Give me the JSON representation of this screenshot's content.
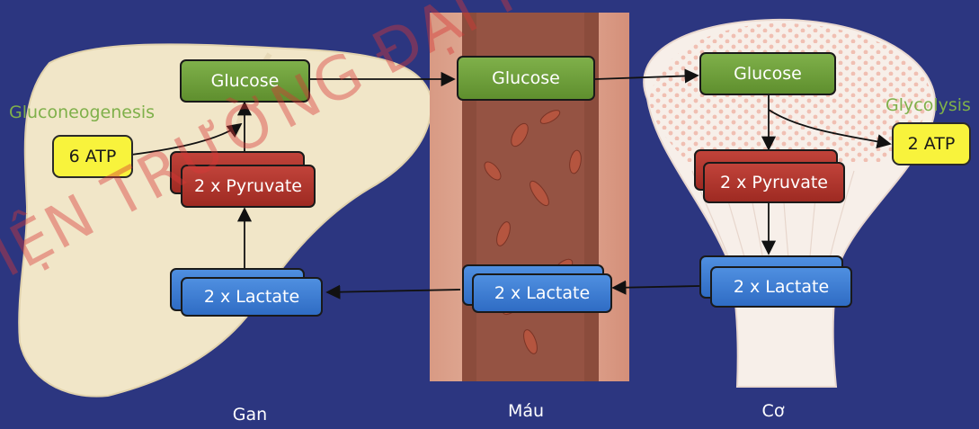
{
  "organs": {
    "liver": "Gan",
    "blood": "Máu",
    "muscle": "Cơ"
  },
  "liver": {
    "process_label": "Gluconeogenesis",
    "glucose": "Glucose",
    "atp": "6 ATP",
    "pyruvate": "2 x Pyruvate",
    "lactate": "2 x Lactate"
  },
  "blood": {
    "glucose": "Glucose",
    "lactate": "2 x Lactate"
  },
  "muscle": {
    "process_label": "Glycolysis",
    "glucose": "Glucose",
    "atp": "2 ATP",
    "pyruvate": "2 x Pyruvate",
    "lactate": "2 x Lactate"
  },
  "watermark": "IỆN TRƯỜNG ĐẠI HỌ",
  "colors": {
    "background": "#2c3680",
    "glucose_box": "#6b9a3a",
    "pyruvate_box": "#ab3128",
    "lactate_box": "#3d7bd4",
    "atp_box": "#f8f33c",
    "process_label": "#7fb04a"
  }
}
